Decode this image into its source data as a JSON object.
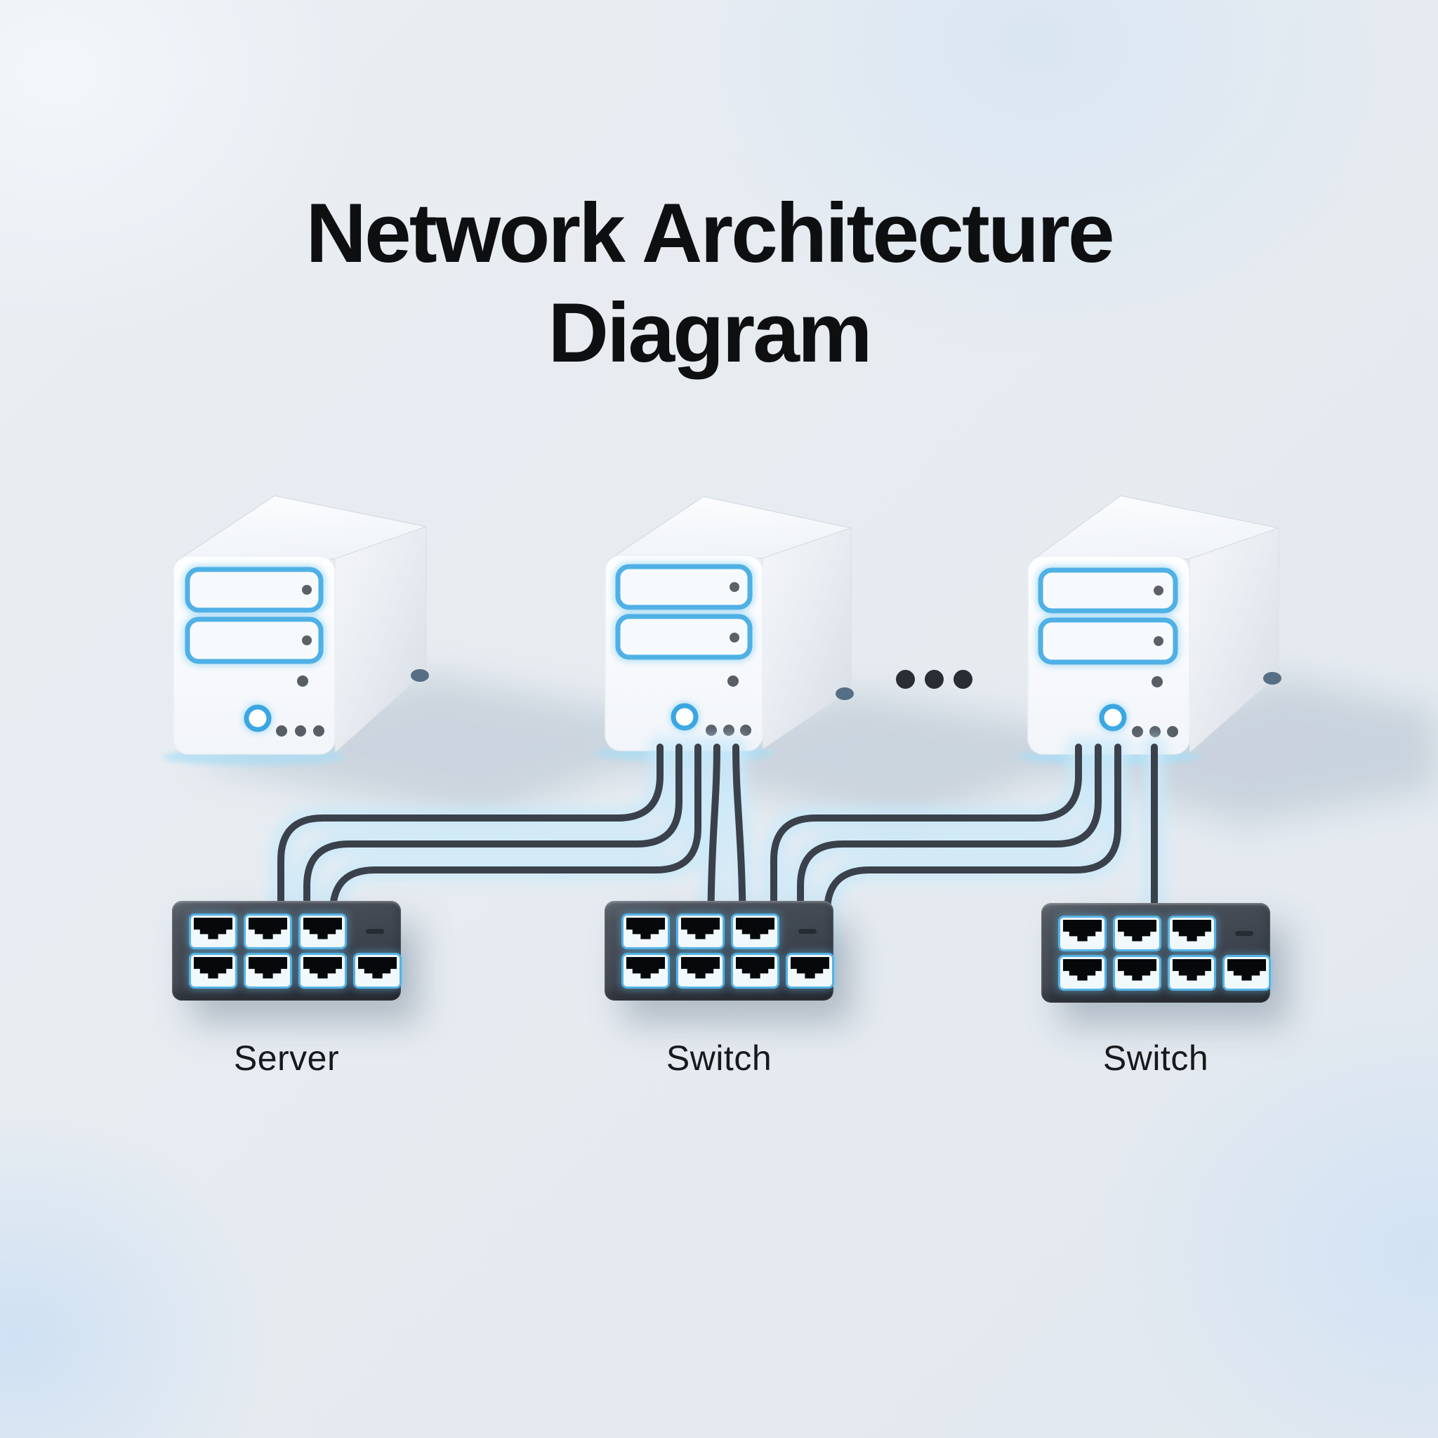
{
  "title": {
    "line1": "Network Architecture",
    "line2": "Diagram"
  },
  "servers": [
    {
      "name": "server-tower-1",
      "drive_bays": 2,
      "status_dots": 3,
      "power_button": true
    },
    {
      "name": "server-tower-2",
      "drive_bays": 2,
      "status_dots": 3,
      "power_button": true
    },
    {
      "name": "server-tower-3",
      "drive_bays": 2,
      "status_dots": 3,
      "power_button": true
    }
  ],
  "switches": [
    {
      "label": "Server",
      "ports_top_row": 3,
      "ports_bottom_row": 4
    },
    {
      "label": "Switch",
      "ports_top_row": 3,
      "ports_bottom_row": 4
    },
    {
      "label": "Switch",
      "ports_top_row": 3,
      "ports_bottom_row": 4
    }
  ],
  "ellipsis_dots": 3,
  "colors": {
    "background": "#e7ebf1",
    "accent_blue": "#4fb0e6",
    "cable": "#3a414b",
    "cable_glow": "#cfeafb",
    "switch_body": "#3e444e",
    "port_jack": "#060809",
    "title_text": "#0e0f11",
    "label_text": "#17191c"
  }
}
